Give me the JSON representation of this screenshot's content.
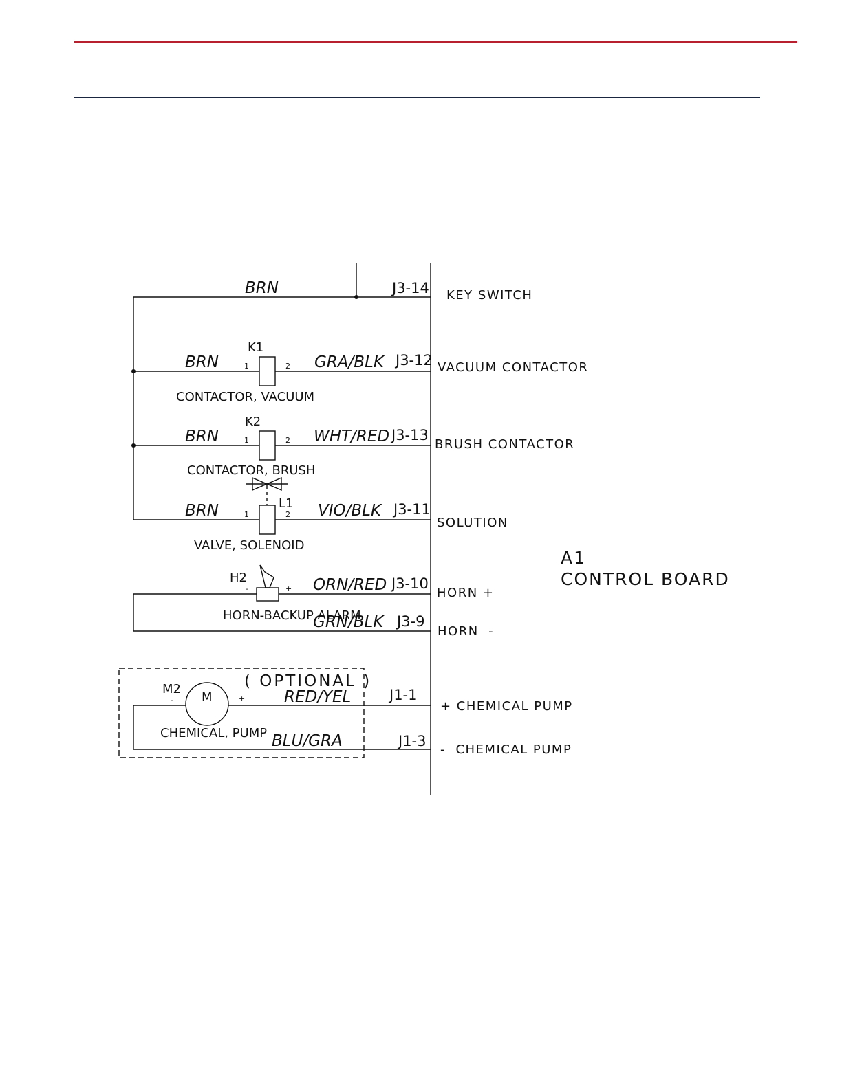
{
  "page": {
    "rule_top_color": "#b8202f",
    "rule_mid_color": "#1a2540"
  },
  "board": {
    "ref": "A1",
    "name": "CONTROL BOARD"
  },
  "circuits": {
    "key_switch": {
      "wire": "BRN",
      "pin": "J3-14",
      "signal": "KEY SWITCH"
    },
    "vacuum": {
      "wire_in": "BRN",
      "ref": "K1",
      "pin_a": "1",
      "pin_b": "2",
      "wire_out": "GRA/BLK",
      "pin": "J3-12",
      "signal": "VACUUM CONTACTOR",
      "label": "CONTACTOR, VACUUM"
    },
    "brush": {
      "wire_in": "BRN",
      "ref": "K2",
      "pin_a": "1",
      "pin_b": "2",
      "wire_out": "WHT/RED",
      "pin": "J3-13",
      "signal": "BRUSH CONTACTOR",
      "label": "CONTACTOR, BRUSH"
    },
    "solution": {
      "wire_in": "BRN",
      "ref": "L1",
      "pin_a": "1",
      "pin_b": "2",
      "wire_out": "VIO/BLK",
      "pin": "J3-11",
      "signal": "SOLUTION",
      "label": "VALVE, SOLENOID"
    },
    "horn": {
      "ref": "H2",
      "neg": "-",
      "pos": "+",
      "wire_pos": "ORN/RED",
      "pin_pos": "J3-10",
      "signal_pos": "HORN +",
      "wire_neg": "GRN/BLK",
      "pin_neg": "J3-9",
      "signal_neg": "HORN  -",
      "label": "HORN-BACKUP ALARM"
    },
    "pump": {
      "optional": "( OPTIONAL )",
      "ref": "M2",
      "motor": "M",
      "neg": "-",
      "pos": "+",
      "wire_pos": "RED/YEL",
      "pin_pos": "J1-1",
      "signal_pos": "+ CHEMICAL PUMP",
      "wire_neg": "BLU/GRA",
      "pin_neg": "J1-3",
      "signal_neg": "-  CHEMICAL PUMP",
      "label": "CHEMICAL, PUMP"
    }
  }
}
